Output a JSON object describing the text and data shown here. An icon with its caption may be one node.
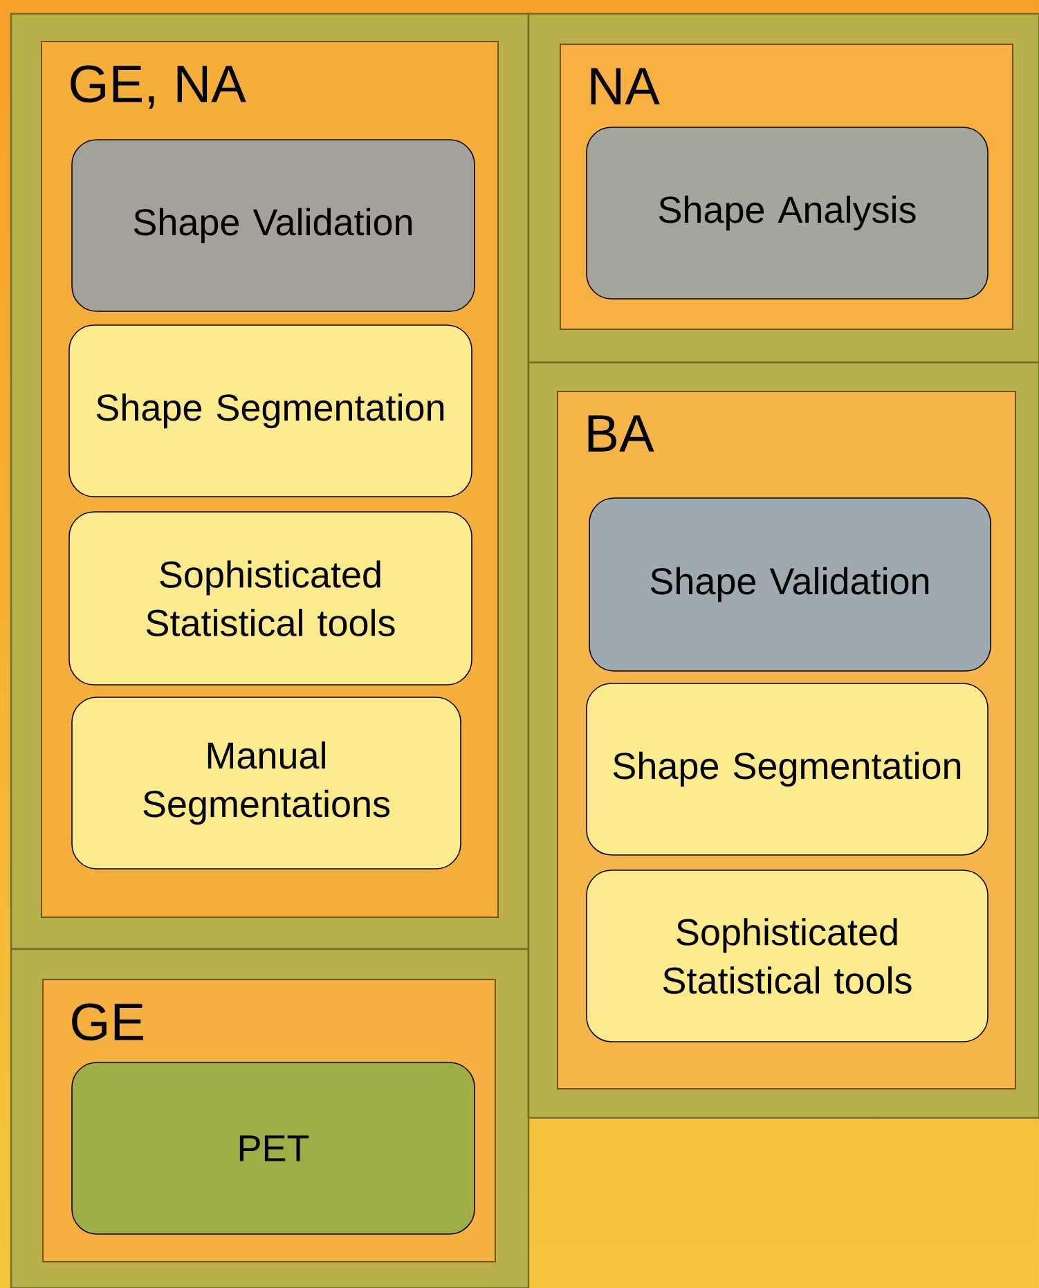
{
  "diagram": {
    "nodes": [
      {
        "text": [
          "GE, NA"
        ]
      },
      {
        "text": [
          "Shape Validation"
        ],
        "in": 0
      },
      {
        "text": [
          "Shape Segmentation"
        ],
        "in": 0
      },
      {
        "text": [
          "Sophisticated Statistical tools"
        ],
        "in": 0
      },
      {
        "text": [
          "Manual Segmentations"
        ],
        "in": 0
      },
      {
        "text": [
          "NA"
        ]
      },
      {
        "text": [
          "Shape Analysis"
        ],
        "in": 5
      },
      {
        "text": [
          "BA"
        ]
      },
      {
        "text": [
          "Shape Validation"
        ],
        "in": 7
      },
      {
        "text": [
          "Shape Segmentation"
        ],
        "in": 7
      },
      {
        "text": [
          "Sophisticated Statistical tools"
        ],
        "in": 7
      },
      {
        "text": [
          "GE"
        ]
      },
      {
        "text": [
          "PET"
        ],
        "in": 11
      }
    ]
  }
}
